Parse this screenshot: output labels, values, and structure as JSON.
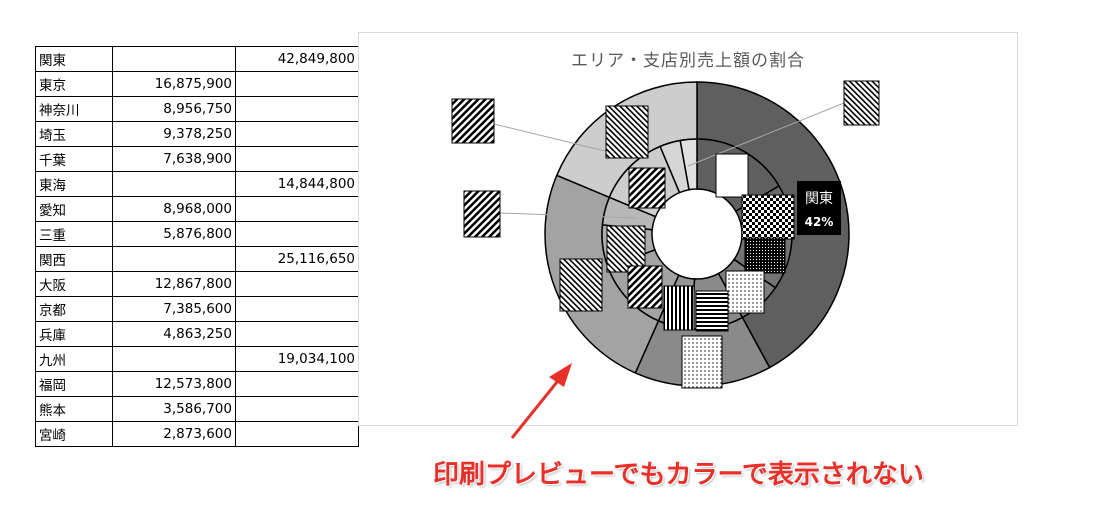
{
  "table": {
    "rows": [
      {
        "name": "関東",
        "branch": "",
        "area": "42,849,800"
      },
      {
        "name": "東京",
        "branch": "16,875,900",
        "area": ""
      },
      {
        "name": "神奈川",
        "branch": "8,956,750",
        "area": ""
      },
      {
        "name": "埼玉",
        "branch": "9,378,250",
        "area": ""
      },
      {
        "name": "千葉",
        "branch": "7,638,900",
        "area": ""
      },
      {
        "name": "東海",
        "branch": "",
        "area": "14,844,800"
      },
      {
        "name": "愛知",
        "branch": "8,968,000",
        "area": ""
      },
      {
        "name": "三重",
        "branch": "5,876,800",
        "area": ""
      },
      {
        "name": "関西",
        "branch": "",
        "area": "25,116,650"
      },
      {
        "name": "大阪",
        "branch": "12,867,800",
        "area": ""
      },
      {
        "name": "京都",
        "branch": "7,385,600",
        "area": ""
      },
      {
        "name": "兵庫",
        "branch": "4,863,250",
        "area": ""
      },
      {
        "name": "九州",
        "branch": "",
        "area": "19,034,100"
      },
      {
        "name": "福岡",
        "branch": "12,573,800",
        "area": ""
      },
      {
        "name": "熊本",
        "branch": "3,586,700",
        "area": ""
      },
      {
        "name": "宮崎",
        "branch": "2,873,600",
        "area": ""
      }
    ]
  },
  "chart_data": {
    "type": "doughnut",
    "title": "エリア・支店別売上額の割合",
    "outer": {
      "labels": [
        "関東",
        "東海",
        "関西",
        "九州"
      ],
      "values": [
        42849800,
        14844800,
        25116650,
        19034100
      ],
      "colors": [
        "#5f5f5f",
        "#8a8a8a",
        "#a3a3a3",
        "#cdcdcd"
      ]
    },
    "inner": {
      "labels": [
        "東京",
        "神奈川",
        "埼玉",
        "千葉",
        "愛知",
        "三重",
        "大阪",
        "京都",
        "兵庫",
        "福岡",
        "熊本",
        "宮崎"
      ],
      "values": [
        16875900,
        8956750,
        9378250,
        7638900,
        8968000,
        5876800,
        12867800,
        7385600,
        4863250,
        12573800,
        3586700,
        2873600
      ],
      "colors": [
        "#5f5f5f",
        "#6a6a6a",
        "#747474",
        "#7e7e7e",
        "#8a8a8a",
        "#959595",
        "#a3a3a3",
        "#adadad",
        "#b8b8b8",
        "#cdcdcd",
        "#d6d6d6",
        "#e0e0e0"
      ]
    },
    "visible_label": {
      "name": "関東",
      "percent": "42%"
    }
  },
  "caption": "印刷プレビューでもカラーで表示されない"
}
